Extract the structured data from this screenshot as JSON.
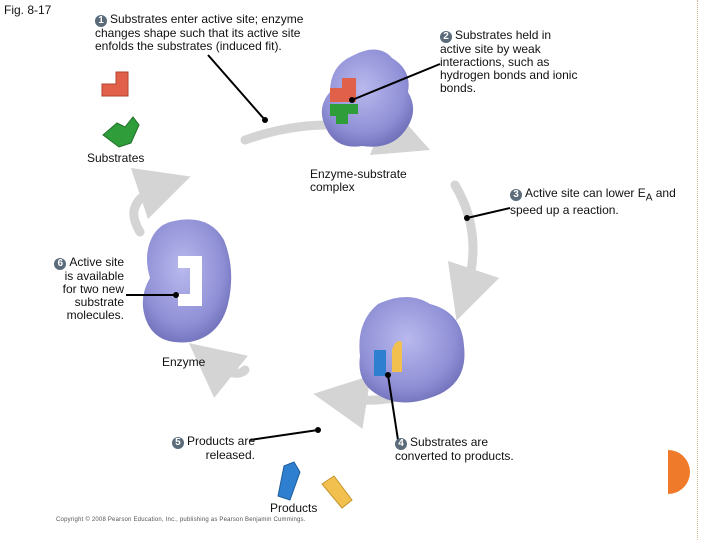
{
  "figure_label": "Fig. 8-17",
  "steps": {
    "s1": {
      "num": "1",
      "text": "Substrates enter active site; enzyme changes shape such that its active site enfolds the substrates (induced fit)."
    },
    "s2": {
      "num": "2",
      "text": "Substrates held in active site by weak interactions, such as hydrogen bonds and ionic bonds."
    },
    "s3": {
      "num": "3",
      "text": "Active site can lower E",
      "sub": "A",
      "text_after": " and speed up a reaction."
    },
    "s4": {
      "num": "4",
      "text": "Substrates are converted to products."
    },
    "s5": {
      "num": "5",
      "text": "Products are released."
    },
    "s6": {
      "num": "6",
      "text": "Active site is available for two new substrate molecules."
    }
  },
  "labels": {
    "substrates": "Substrates",
    "complex": "Enzyme-substrate complex",
    "enzyme": "Enzyme",
    "products": "Products"
  },
  "copyright": "Copyright © 2008 Pearson Education, Inc., publishing as Pearson Benjamin Cummings.",
  "colors": {
    "enzyme": "#8f8fd6",
    "substrate_red": "#e0604a",
    "substrate_green": "#2f9e3a",
    "product_blue": "#2f7fd0",
    "product_yellow": "#f2c04e",
    "arrow": "#d4d4d4",
    "accent_orange": "#ef7b2a"
  }
}
